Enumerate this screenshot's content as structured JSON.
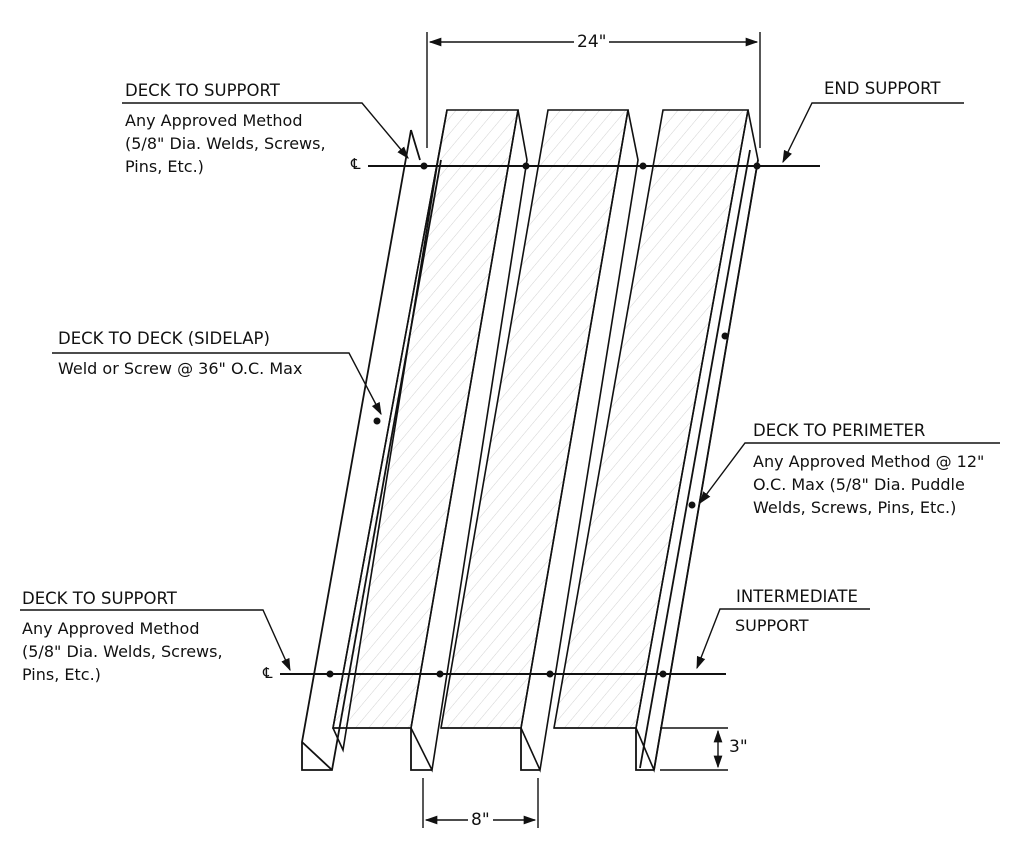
{
  "dimensions": {
    "top_width": "24\"",
    "bottom_width": "8\"",
    "depth": "3\""
  },
  "centerline_symbol": "℄",
  "callouts": {
    "top_left": {
      "heading": "DECK TO SUPPORT",
      "lines": [
        "Any Approved Method",
        "(5/8\" Dia. Welds, Screws,",
        "Pins, Etc.)"
      ]
    },
    "end_support": {
      "heading": "END SUPPORT"
    },
    "sidelap": {
      "heading": "DECK TO DECK (SIDELAP)",
      "lines": [
        "Weld or Screw @ 36\" O.C. Max"
      ]
    },
    "perimeter": {
      "heading": "DECK TO PERIMETER",
      "lines": [
        "Any Approved Method @ 12\"",
        "O.C. Max (5/8\" Dia. Puddle",
        "Welds, Screws, Pins, Etc.)"
      ]
    },
    "bottom_left": {
      "heading": "DECK TO SUPPORT",
      "lines": [
        "Any Approved Method",
        "(5/8\" Dia. Welds, Screws,",
        "Pins, Etc.)"
      ]
    },
    "intermediate": {
      "heading": "INTERMEDIATE",
      "lines": [
        "SUPPORT"
      ]
    }
  }
}
